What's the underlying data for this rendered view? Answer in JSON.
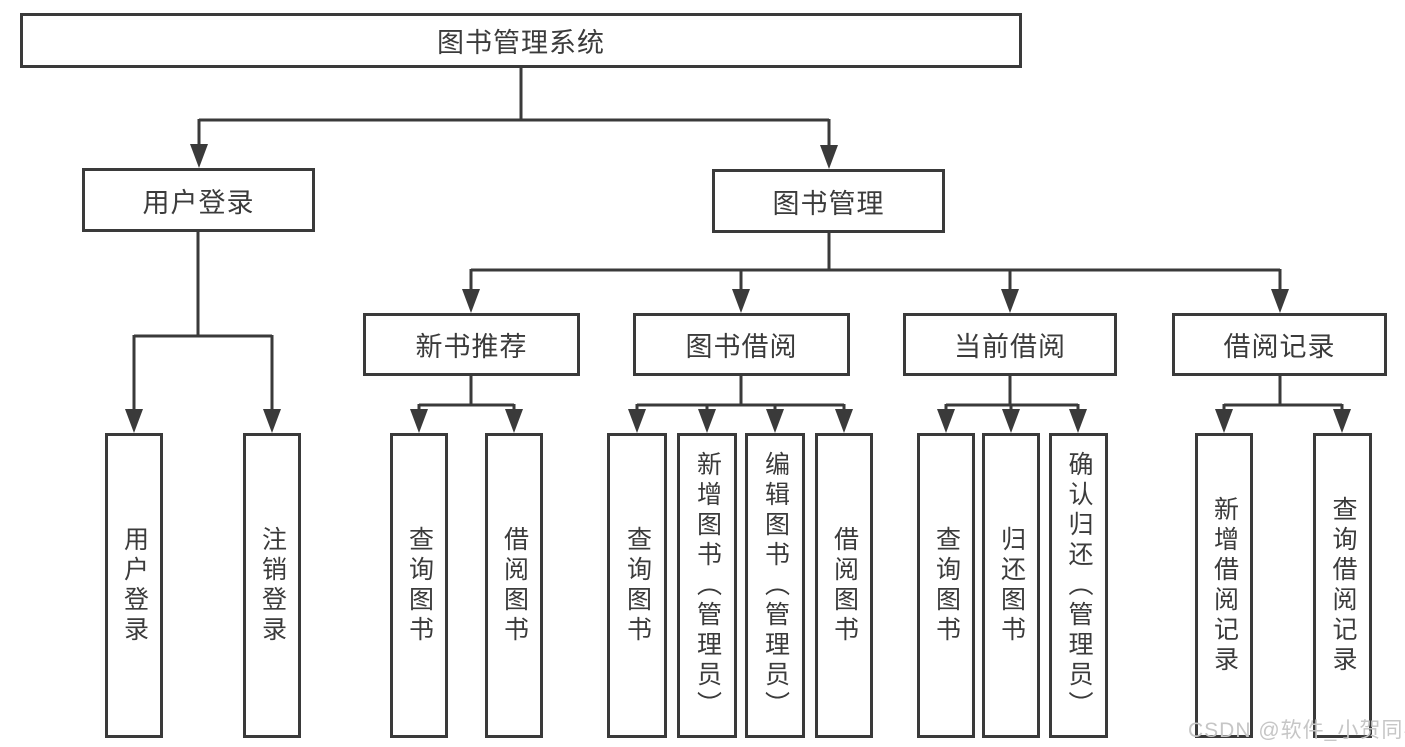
{
  "diagram_title": "图书管理系统",
  "tree": {
    "label": "图书管理系统",
    "children": [
      {
        "label": "用户登录",
        "children": [
          {
            "label": "用户登录"
          },
          {
            "label": "注销登录"
          }
        ]
      },
      {
        "label": "图书管理",
        "children": [
          {
            "label": "新书推荐",
            "children": [
              {
                "label": "查询图书"
              },
              {
                "label": "借阅图书"
              }
            ]
          },
          {
            "label": "图书借阅",
            "children": [
              {
                "label": "查询图书"
              },
              {
                "label": "新增图书（管理员）"
              },
              {
                "label": "编辑图书（管理员）"
              },
              {
                "label": "借阅图书"
              }
            ]
          },
          {
            "label": "当前借阅",
            "children": [
              {
                "label": "查询图书"
              },
              {
                "label": "归还图书"
              },
              {
                "label": "确认归还（管理员）"
              }
            ]
          },
          {
            "label": "借阅记录",
            "children": [
              {
                "label": "新增借阅记录"
              },
              {
                "label": "查询借阅记录"
              }
            ]
          }
        ]
      }
    ]
  },
  "watermark": {
    "text": "CSDN @软件_小贺同学"
  },
  "colors": {
    "line": "#3a3a3a",
    "box_border": "#3a3a3a",
    "text": "#3b3b3b",
    "watermark": "#c6c6c6",
    "background": "#ffffff"
  }
}
